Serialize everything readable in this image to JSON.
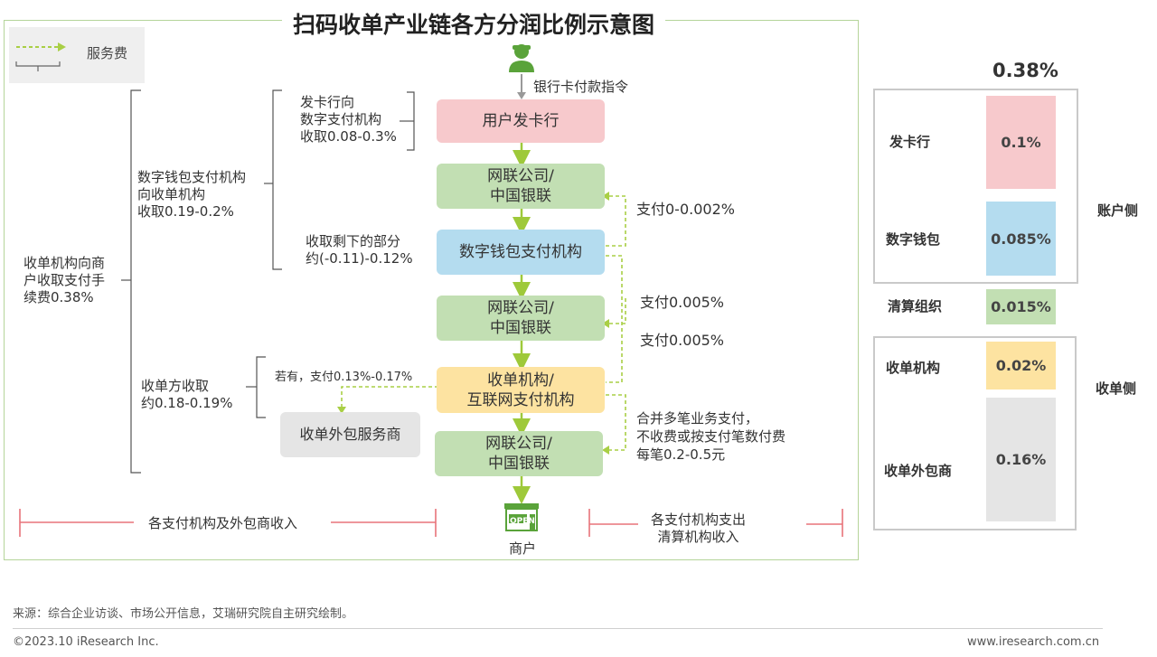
{
  "title": "扫码收单产业链各方分润比例示意图",
  "legend": {
    "label": "服务费"
  },
  "left_brackets": {
    "outer": "收单机构向商\n户收取支付手\n续费0.38%",
    "wallet": "数字钱包支付机构\n向收单机构\n收取0.19-0.2%",
    "issuer": "发卡行向\n数字支付机构\n收取0.08-0.3%",
    "remaining": "收取剩下的部分\n约(-0.11)-0.12%",
    "acquirer_side": "收单方收取\n约0.18-0.19%",
    "outsource_note": "若有，支付0.13%-0.17%"
  },
  "flow": {
    "top_instruction": "银行卡付款指令",
    "nodes": [
      "用户发卡行",
      "网联公司/\n中国银联",
      "数字钱包支付机构",
      "网联公司/\n中国银联",
      "收单机构/\n互联网支付机构",
      "网联公司/\n中国银联"
    ],
    "outsource_box": "收单外包服务商",
    "merchant": "商户",
    "shop_sign": "OPEN"
  },
  "payments": {
    "p1": "支付0-0.002%",
    "p2": "支付0.005%",
    "p3": "支付0.005%",
    "p4": "合并多笔业务支付，\n不收费或按支付笔数付费\n每笔0.2-0.5元"
  },
  "bottom": {
    "left_range": "各支付机构及外包商收入",
    "right_range": "各支付机构支出\n清算机构收入"
  },
  "right_panel": {
    "total": "0.38%",
    "side_account": "账户侧",
    "side_acquirer": "收单侧",
    "rows": [
      {
        "label": "发卡行",
        "value": "0.1%",
        "color": "#f7c9cc"
      },
      {
        "label": "数字钱包",
        "value": "0.085%",
        "color": "#b4dcef"
      },
      {
        "label": "清算组织",
        "value": "0.015%",
        "color": "#c2dfb3"
      },
      {
        "label": "收单机构",
        "value": "0.02%",
        "color": "#fde3a1"
      },
      {
        "label": "收单外包商",
        "value": "0.16%",
        "color": "#e5e5e5"
      }
    ]
  },
  "footer": {
    "source": "来源：综合企业访谈、市场公开信息，艾瑞研究院自主研究绘制。",
    "copyright": "©2023.10 iResearch Inc.",
    "url": "www.iresearch.com.cn"
  },
  "colors": {
    "arrow_green": "#9ec93a",
    "dash_green": "#a9cf45",
    "range_red": "#e8737a",
    "frame": "#b5d49a"
  }
}
